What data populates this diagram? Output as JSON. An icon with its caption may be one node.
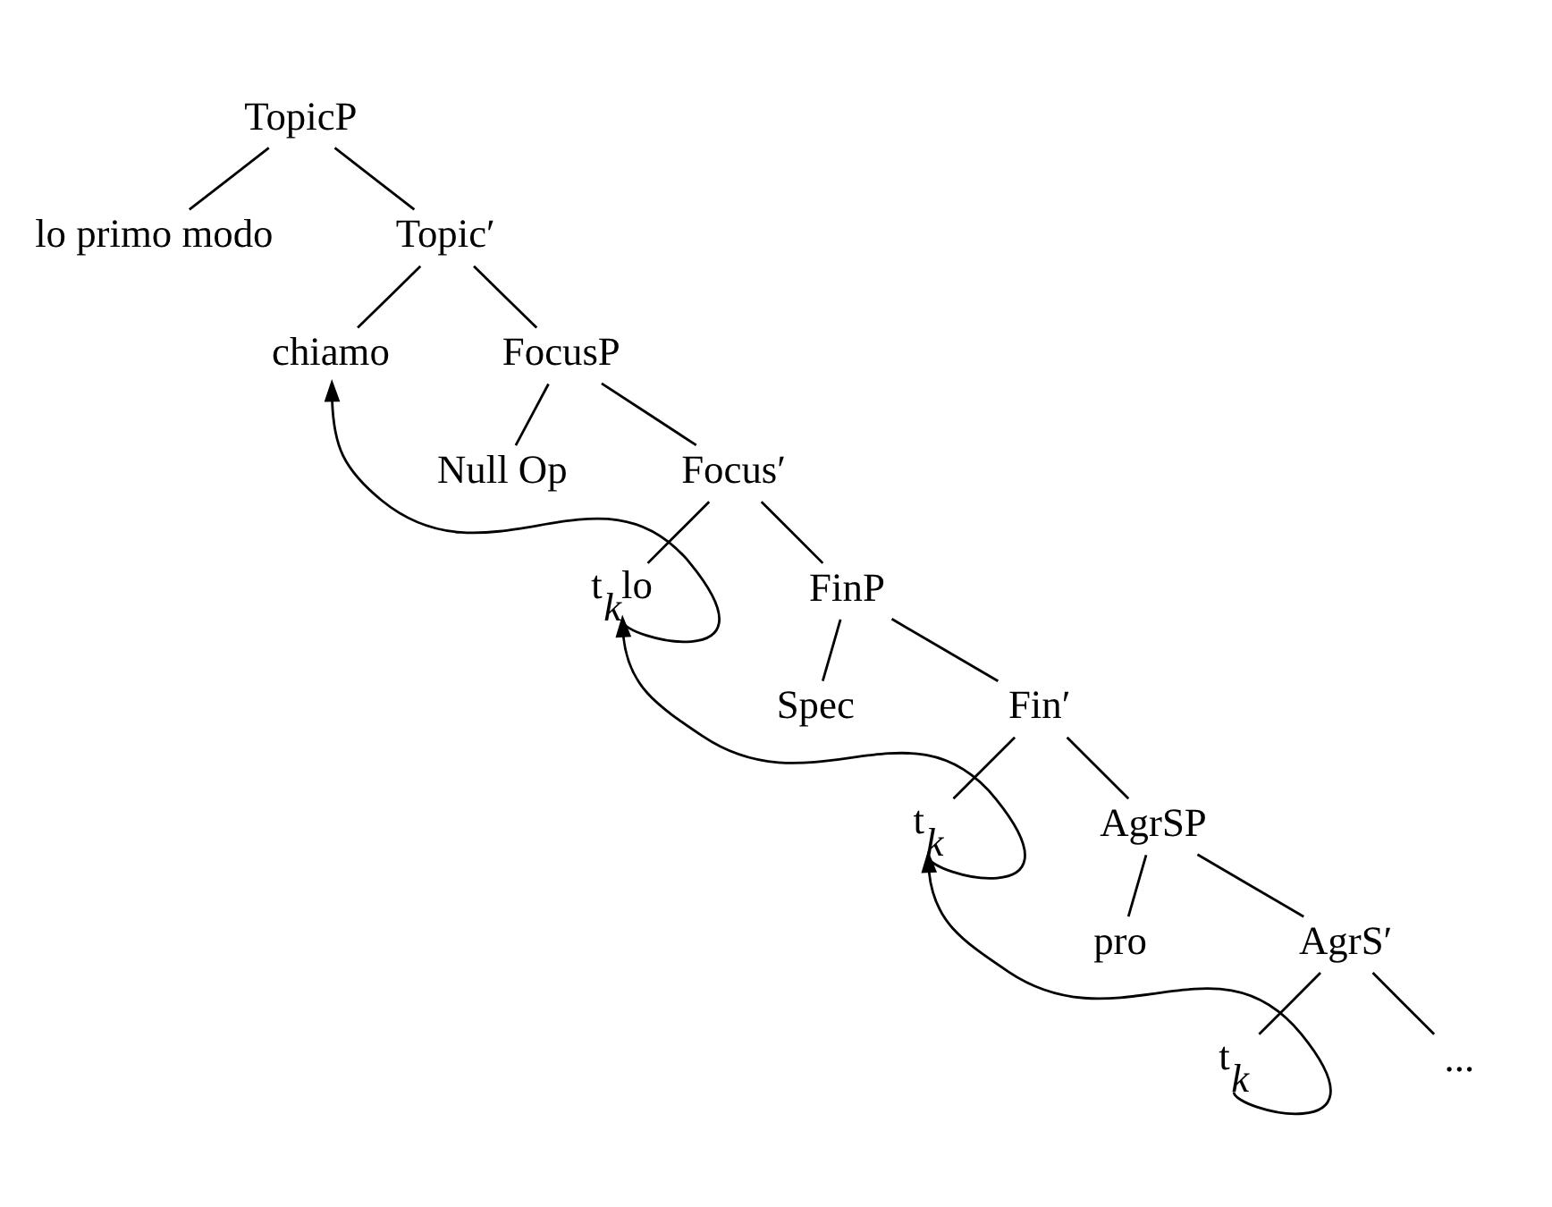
{
  "diagram": {
    "nodes": [
      {
        "text": [
          "TopicP"
        ]
      },
      {
        "text": [
          "lo primo modo"
        ]
      },
      {
        "text": [
          "Topic′"
        ]
      },
      {
        "text": [
          "chiamo"
        ]
      },
      {
        "text": [
          "FocusP"
        ]
      },
      {
        "text": [
          "Null Op"
        ]
      },
      {
        "text": [
          "Focus′"
        ]
      },
      {
        "text": [
          "t$_{k}$lo"
        ]
      },
      {
        "text": [
          "FinP"
        ]
      },
      {
        "text": [
          "Spec"
        ]
      },
      {
        "text": [
          "Fin′"
        ]
      },
      {
        "text": [
          "t$_{k}$"
        ]
      },
      {
        "text": [
          "AgrSP"
        ]
      },
      {
        "text": [
          "pro"
        ]
      },
      {
        "text": [
          "AgrS′"
        ]
      },
      {
        "text": [
          "t$_{k}$"
        ]
      },
      {
        "text": [
          "..."
        ]
      }
    ],
    "edges": [
      {
        "from": 0,
        "to": 1,
        "arrow": "none"
      },
      {
        "from": 0,
        "to": 2,
        "arrow": "none"
      },
      {
        "from": 2,
        "to": 3,
        "arrow": "none"
      },
      {
        "from": 2,
        "to": 4,
        "arrow": "none"
      },
      {
        "from": 4,
        "to": 5,
        "arrow": "none"
      },
      {
        "from": 4,
        "to": 6,
        "arrow": "none"
      },
      {
        "from": 6,
        "to": 7,
        "arrow": "none"
      },
      {
        "from": 6,
        "to": 8,
        "arrow": "none"
      },
      {
        "from": 8,
        "to": 9,
        "arrow": "none"
      },
      {
        "from": 8,
        "to": 10,
        "arrow": "none"
      },
      {
        "from": 10,
        "to": 11,
        "arrow": "none"
      },
      {
        "from": 10,
        "to": 12,
        "arrow": "none"
      },
      {
        "from": 12,
        "to": 13,
        "arrow": "none"
      },
      {
        "from": 12,
        "to": 14,
        "arrow": "none"
      },
      {
        "from": 14,
        "to": 15,
        "arrow": "none"
      },
      {
        "from": 14,
        "to": 16,
        "arrow": "none"
      },
      {
        "from": 15,
        "to": 11,
        "arrow": "to"
      },
      {
        "from": 11,
        "to": 7,
        "arrow": "to"
      },
      {
        "from": 7,
        "to": 3,
        "arrow": "to"
      }
    ]
  }
}
